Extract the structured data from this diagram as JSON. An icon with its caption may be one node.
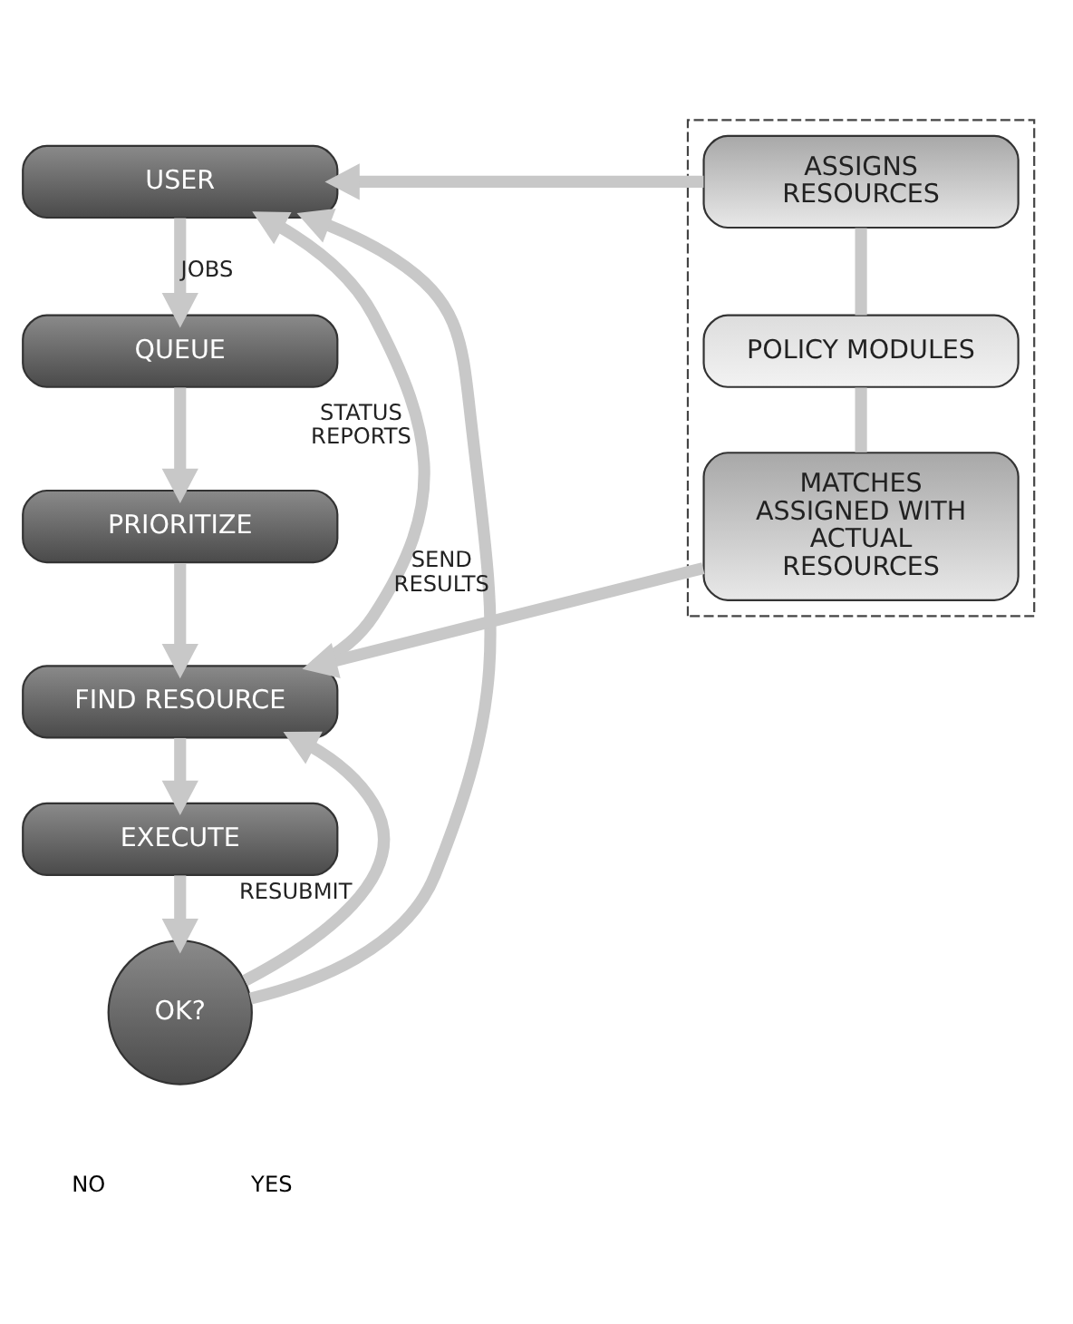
{
  "diagram": {
    "nodes": [
      {
        "text": [
          "USER"
        ]
      },
      {
        "text": [
          "QUEUE"
        ]
      },
      {
        "text": [
          "PRIORITIZE"
        ]
      },
      {
        "text": [
          "FIND RESOURCE"
        ]
      },
      {
        "text": [
          "EXECUTE"
        ]
      },
      {
        "text": [
          "OK?"
        ]
      },
      {
        "text": [],
        "shape": "box"
      },
      {
        "text": [
          "ASSIGNS RESOURCES"
        ],
        "in": 6
      },
      {
        "text": [
          "POLICY MODULES"
        ],
        "in": 6
      },
      {
        "text": [
          "MATCHES ASSIGNED WITH ACTUAL RESOURCES"
        ],
        "in": 6
      }
    ],
    "edges": [
      {
        "from": 0,
        "to": 1,
        "arrow": "to",
        "label": "JOBS"
      },
      {
        "from": 1,
        "to": 2,
        "arrow": "to"
      },
      {
        "from": 2,
        "to": 3,
        "arrow": "to"
      },
      {
        "from": 3,
        "to": 4,
        "arrow": "to"
      },
      {
        "from": 4,
        "to": 5,
        "arrow": "to"
      },
      {
        "from": 5,
        "to": 3,
        "arrow": "to",
        "label": "RESUBMIT"
      },
      {
        "from": 5,
        "to": 0,
        "arrow": "to",
        "label": "SEND RESULTS"
      },
      {
        "from": 3,
        "to": 0,
        "arrow": "to",
        "label": "STATUS REPORTS"
      },
      {
        "from": 7,
        "to": 0,
        "arrow": "to"
      },
      {
        "from": 7,
        "to": 8,
        "arrow": "none"
      },
      {
        "from": 8,
        "to": 9,
        "arrow": "none"
      },
      {
        "from": 9,
        "to": 3,
        "arrow": "to"
      }
    ],
    "labels": [
      "NO",
      "YES"
    ]
  }
}
